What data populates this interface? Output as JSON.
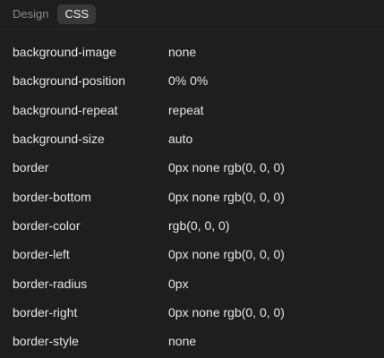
{
  "tabs": [
    {
      "label": "Design",
      "active": false
    },
    {
      "label": "CSS",
      "active": true
    }
  ],
  "properties": [
    {
      "name": "background-image",
      "value": "none"
    },
    {
      "name": "background-position",
      "value": "0% 0%"
    },
    {
      "name": "background-repeat",
      "value": "repeat"
    },
    {
      "name": "background-size",
      "value": "auto"
    },
    {
      "name": "border",
      "value": "0px none rgb(0, 0, 0)"
    },
    {
      "name": "border-bottom",
      "value": "0px none rgb(0, 0, 0)"
    },
    {
      "name": "border-color",
      "value": "rgb(0, 0, 0)"
    },
    {
      "name": "border-left",
      "value": "0px none rgb(0, 0, 0)"
    },
    {
      "name": "border-radius",
      "value": "0px"
    },
    {
      "name": "border-right",
      "value": "0px none rgb(0, 0, 0)"
    },
    {
      "name": "border-style",
      "value": "none"
    }
  ],
  "colors": {
    "background": "#1e1e1e",
    "active_tab": "#383838",
    "text": "#e6e6e6",
    "muted_text": "#8c8c8c"
  }
}
